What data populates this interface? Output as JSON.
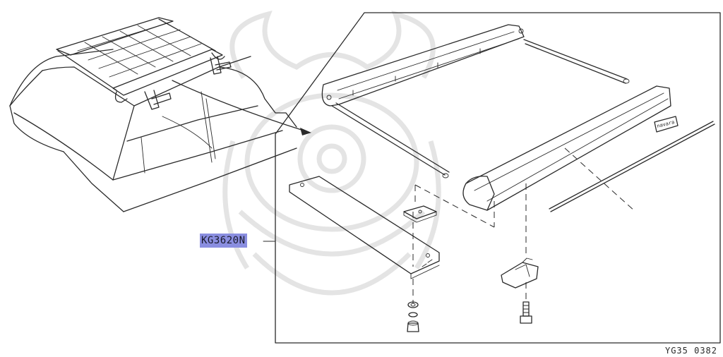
{
  "callout": {
    "part_number": "KG3620N"
  },
  "figure": {
    "code": "YG35 0382",
    "nameplate_text": "navara"
  },
  "watermark": {
    "icon": "samurai-helmet-watermark"
  },
  "colors": {
    "highlight": "#8a8ee0",
    "line": "#2a2a2a",
    "watermark": "#e4e4e4"
  }
}
